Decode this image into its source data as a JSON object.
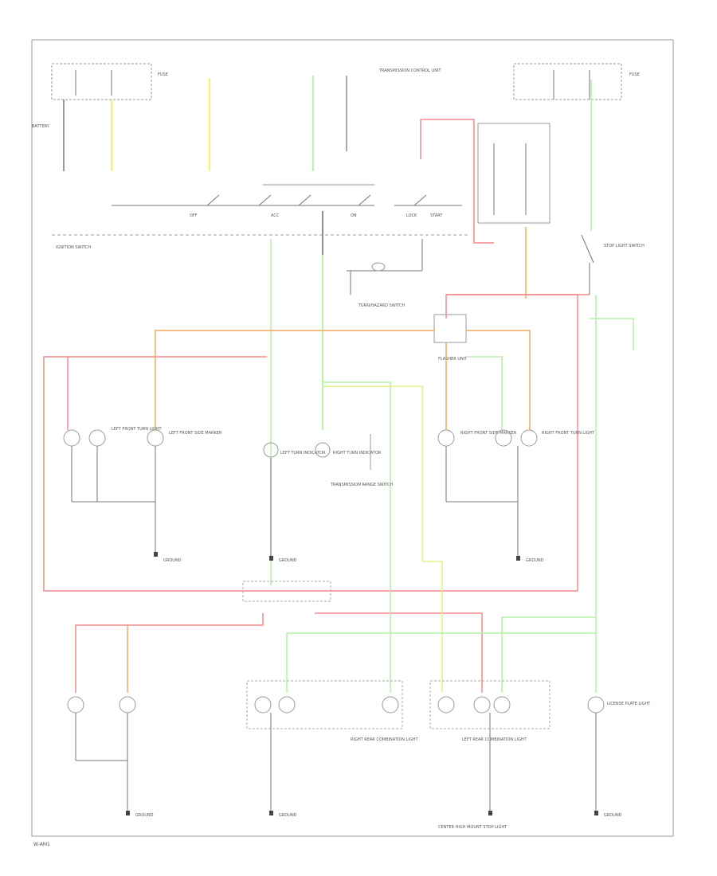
{
  "diagram": {
    "labels": {
      "battery": "BATTERY",
      "ignition_switch": "IGNITION SWITCH",
      "fuse_left": "FUSE",
      "fuse_right": "FUSE",
      "off": "OFF",
      "acc": "ACC",
      "on": "ON",
      "start": "START",
      "lock": "LOCK",
      "transmission_control_unit": "TRANSMISSION CONTROL UNIT",
      "transmission_range_switch": "TRANSMISSION RANGE SWITCH",
      "stop_light_switch": "STOP LIGHT SWITCH",
      "turn_hazard_switch": "TURN/HAZARD SWITCH",
      "flasher_unit": "FLASHER UNIT",
      "right_rear_combination_light": "RIGHT REAR COMBINATION LIGHT",
      "left_rear_combination_light": "LEFT REAR COMBINATION LIGHT",
      "license_plate_light": "LICENSE PLATE LIGHT",
      "center_high_mount_stop_light": "CENTER HIGH MOUNT STOP LIGHT",
      "left_front_turn_light": "LEFT FRONT TURN LIGHT",
      "right_front_turn_light": "RIGHT FRONT TURN LIGHT",
      "left_front_side_marker": "LEFT FRONT SIDE MARKER",
      "right_front_side_marker": "RIGHT FRONT SIDE MARKER",
      "left_turn_indicator": "LEFT TURN INDICATOR",
      "right_turn_indicator": "RIGHT TURN INDICATOR",
      "ground_left": "GROUND",
      "ground_center": "GROUND",
      "ground_right": "GROUND",
      "ground_front_left": "GROUND",
      "ground_front_center": "GROUND",
      "ground_front_right": "GROUND",
      "page_ref": "W-AM1"
    },
    "wire_colors": {
      "red": "#f58a8a",
      "orange": "#f5a75c",
      "yellow": "#f2ee3c",
      "green": "#b3f0a6",
      "light_green": "#9ef08a",
      "black": "#444444"
    }
  }
}
